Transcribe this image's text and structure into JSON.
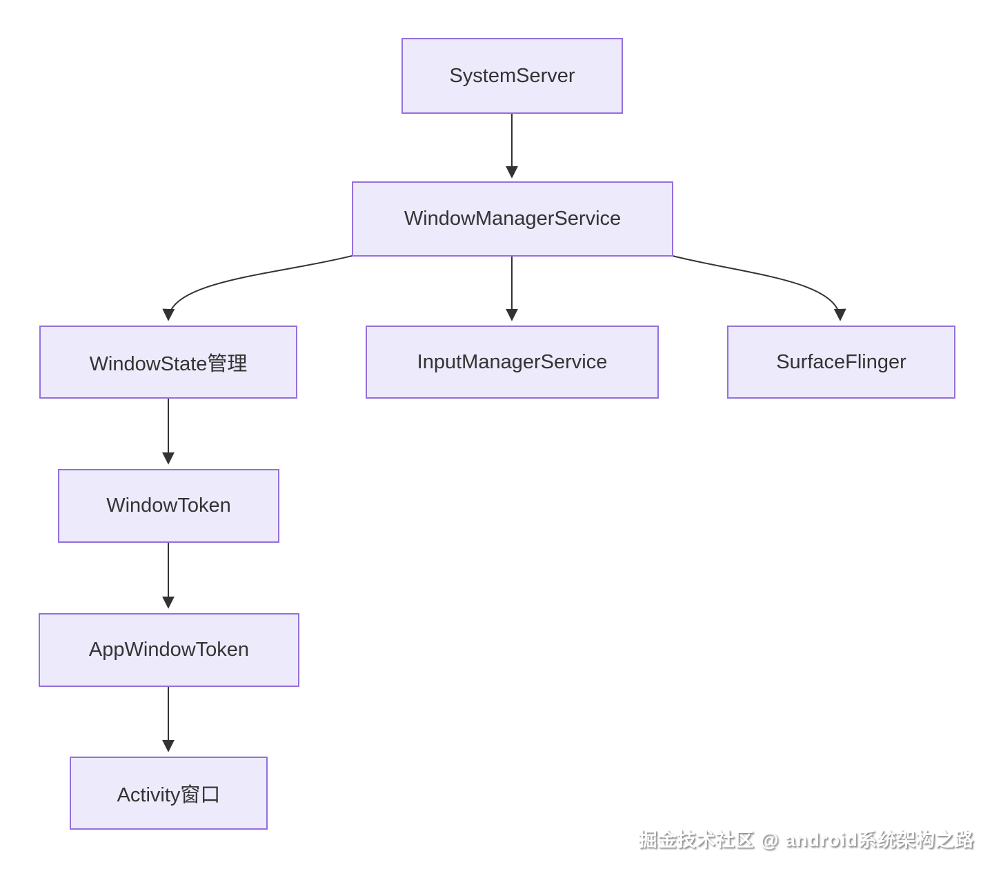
{
  "diagram": {
    "title": "WindowManagerService architecture flowchart",
    "nodes": {
      "system_server": {
        "label": "SystemServer"
      },
      "window_manager_service": {
        "label": "WindowManagerService"
      },
      "window_state": {
        "label": "WindowState管理"
      },
      "input_manager_service": {
        "label": "InputManagerService"
      },
      "surface_flinger": {
        "label": "SurfaceFlinger"
      },
      "window_token": {
        "label": "WindowToken"
      },
      "app_window_token": {
        "label": "AppWindowToken"
      },
      "activity_window": {
        "label": "Activity窗口"
      }
    },
    "edges": [
      {
        "from": "SystemServer",
        "to": "WindowManagerService"
      },
      {
        "from": "WindowManagerService",
        "to": "WindowState管理"
      },
      {
        "from": "WindowManagerService",
        "to": "InputManagerService"
      },
      {
        "from": "WindowManagerService",
        "to": "SurfaceFlinger"
      },
      {
        "from": "WindowState管理",
        "to": "WindowToken"
      },
      {
        "from": "WindowToken",
        "to": "AppWindowToken"
      },
      {
        "from": "AppWindowToken",
        "to": "Activity窗口"
      }
    ],
    "colors": {
      "node_fill": "#ECEAFB",
      "node_border": "#9370DB",
      "edge": "#333333",
      "text": "#333333"
    }
  },
  "watermark": {
    "text": "掘金技术社区 @ android系统架构之路"
  }
}
